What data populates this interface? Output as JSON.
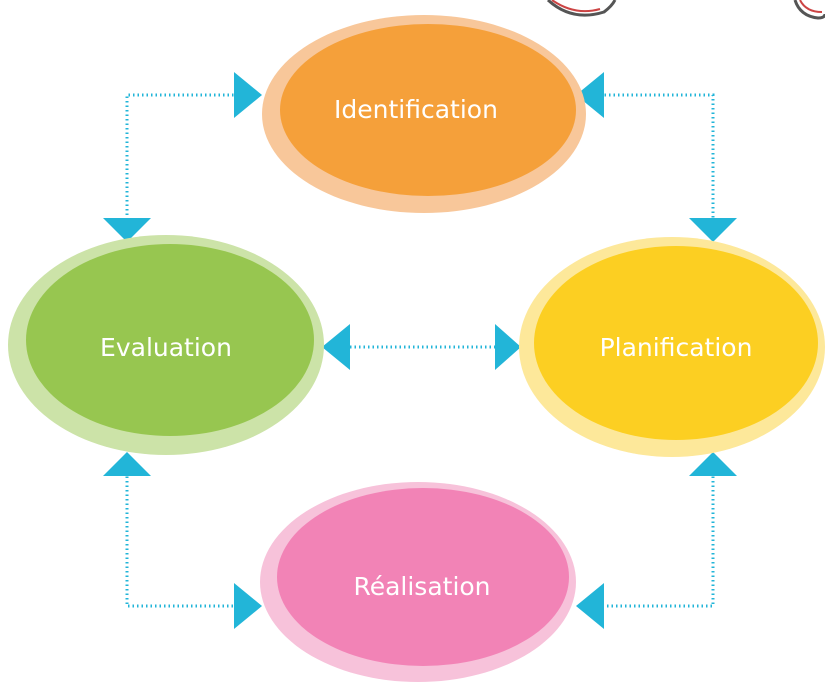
{
  "nodes": {
    "identification": {
      "label": "Identification",
      "color": "#F5A03A",
      "ring": "#F8C79A"
    },
    "planification": {
      "label": "Planification",
      "color": "#FCCF22",
      "ring": "#FDE89A"
    },
    "realisation": {
      "label": "Réalisation",
      "color": "#F283B6",
      "ring": "#F7C2DA"
    },
    "evaluation": {
      "label": "Evaluation",
      "color": "#97C650",
      "ring": "#CCE3A8"
    }
  },
  "connector_color": "#22B5D8"
}
